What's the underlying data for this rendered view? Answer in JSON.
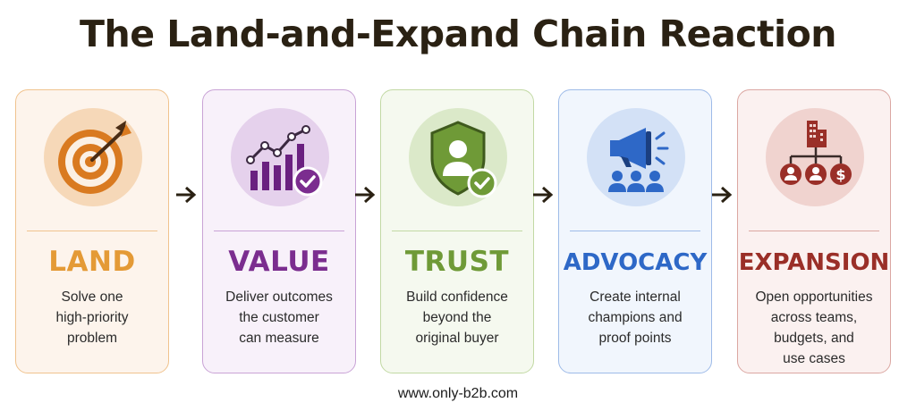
{
  "title": "The Land-and-Expand Chain Reaction",
  "footer": "www.only-b2b.com",
  "stages": [
    {
      "name": "LAND",
      "lines": [
        "Solve one",
        "high-priority",
        "problem"
      ],
      "accent": "#e49a36",
      "border": "#f0c38e",
      "bg": "#fdf4ec",
      "circle": "#f6d8b8",
      "icon": "target-arrow-icon"
    },
    {
      "name": "VALUE",
      "lines": [
        "Deliver outcomes",
        "the customer",
        "can measure"
      ],
      "accent": "#7b2d8f",
      "border": "#c9a3d6",
      "bg": "#f8f1fa",
      "circle": "#e5d1ec",
      "icon": "growth-chart-check-icon"
    },
    {
      "name": "TRUST",
      "lines": [
        "Build confidence",
        "beyond the",
        "original buyer"
      ],
      "accent": "#6f9a37",
      "border": "#c2d9a4",
      "bg": "#f5f9ef",
      "circle": "#dbe9c9",
      "icon": "shield-person-check-icon"
    },
    {
      "name": "ADVOCACY",
      "lines": [
        "Create internal",
        "champions and",
        "proof points"
      ],
      "accent": "#2e68c7",
      "border": "#9ebbe8",
      "bg": "#f1f6fd",
      "circle": "#d3e1f6",
      "icon": "megaphone-people-icon"
    },
    {
      "name": "EXPANSION",
      "lines": [
        "Open opportunities",
        "across teams,",
        "budgets, and",
        "use cases"
      ],
      "accent": "#9a2f28",
      "border": "#dba7a2",
      "bg": "#fbf1f0",
      "circle": "#f0d3cf",
      "icon": "org-expansion-icon"
    }
  ]
}
